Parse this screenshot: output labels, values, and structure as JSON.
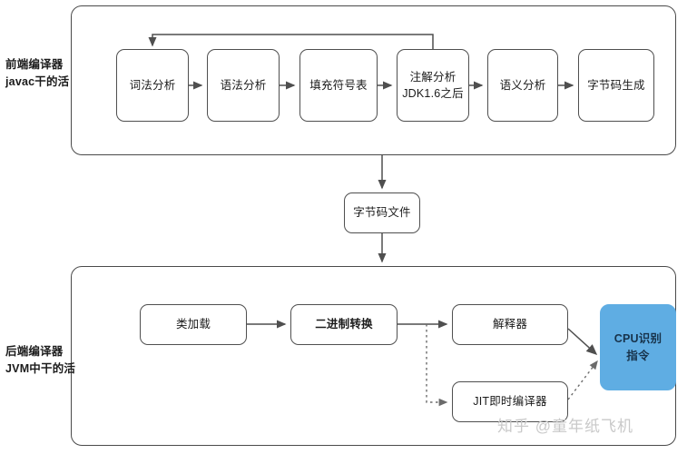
{
  "diagram": {
    "title": "Java compilation pipeline diagram",
    "colors": {
      "stroke": "#4f4f4f",
      "container_stroke": "#4a4a4a",
      "accent": "#5FADE3",
      "text": "#1b1b1b",
      "watermark": "#c9c9c9",
      "background": "#ffffff"
    },
    "side_labels": [
      {
        "id": "front",
        "line1": "前端编译器",
        "line2": "javac干的活"
      },
      {
        "id": "back",
        "line1": "后端编译器",
        "line2": "JVM中干的活"
      }
    ],
    "front_stage": {
      "nodes": [
        {
          "id": "lex",
          "line1": "词法分析",
          "line2": ""
        },
        {
          "id": "syn",
          "line1": "语法分析",
          "line2": ""
        },
        {
          "id": "sym",
          "line1": "填充符号表",
          "line2": ""
        },
        {
          "id": "ann",
          "line1": "注解分析",
          "line2": "JDK1.6之后"
        },
        {
          "id": "sem",
          "line1": "语义分析",
          "line2": ""
        },
        {
          "id": "byte",
          "line1": "字节码生成",
          "line2": ""
        }
      ],
      "feedback_note": "注解分析 loops back to 词法分析"
    },
    "middle": {
      "node": {
        "id": "class-file",
        "line1": "字节码文件",
        "line2": ""
      }
    },
    "back_stage": {
      "nodes": [
        {
          "id": "load",
          "line1": "类加载",
          "line2": ""
        },
        {
          "id": "bin",
          "line1": "二进制转换",
          "line2": ""
        },
        {
          "id": "interp",
          "line1": "解释器",
          "line2": ""
        },
        {
          "id": "jit",
          "line1": "JIT即时编译器",
          "line2": ""
        },
        {
          "id": "cpu",
          "line1": "CPU识别",
          "line2": "指令"
        }
      ]
    },
    "watermark": "知乎 @童年纸飞机"
  }
}
